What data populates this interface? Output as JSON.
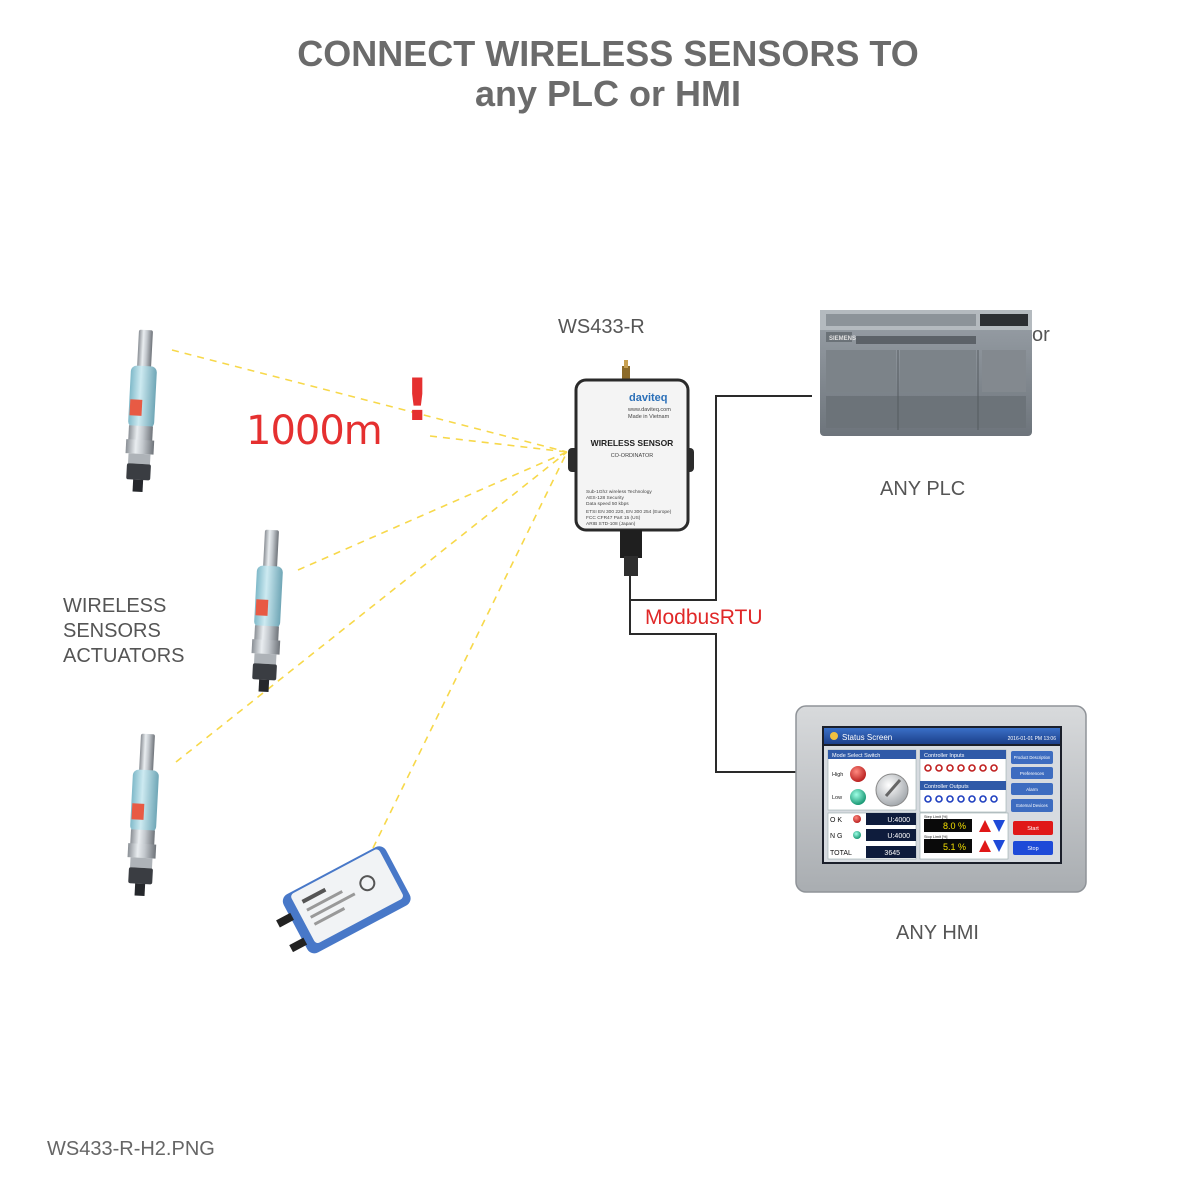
{
  "header": {
    "title_line1": "CONNECT WIRELESS SENSORS TO",
    "title_line2": "any PLC or HMI"
  },
  "coordinator": {
    "model_label": "WS433-R",
    "brand": "daviteq",
    "website": "www.daviteq.com",
    "origin": "Made in Vietnam",
    "product_name": "WIRELESS SENSOR",
    "product_role": "CO-ORDINATOR",
    "spec_line1": "Sub-1Ghz wireless Technology",
    "spec_line2": "AES-128 Security",
    "spec_line3": "Data speed 50 kbps",
    "cert_line1": "ETSI EN 300 220, EN 300 254 (Europe)",
    "cert_line2": "FCC CFR47 Part 15 (US)",
    "cert_line3": "ARIB STD-108 (Japan)"
  },
  "sensors": {
    "caption_line1": "WIRELESS",
    "caption_line2": "SENSORS",
    "caption_line3": "ACTUATORS",
    "distance": "1000m",
    "exclamation": "!"
  },
  "link": {
    "protocol": "ModbusRTU"
  },
  "plc": {
    "label": "ANY PLC",
    "or_text": "or",
    "brand": "SIEMENS"
  },
  "hmi": {
    "label": "ANY HMI",
    "screen_title": "Status Screen",
    "datetime": "2016-01-01 PM 13:06",
    "mode_panel": "Mode Select Switch",
    "high": "High",
    "low": "Low",
    "inputs_panel": "Controller Inputs",
    "outputs_panel": "Controller Outputs",
    "ok_label": "O K",
    "ng_label": "N G",
    "total_label": "TOTAL",
    "ok_value": "U:4000",
    "ng_value": "U:4000",
    "total_value": "3645",
    "upper_limit_label": "Step Limit [%]",
    "upper_value": "8.0 %",
    "lower_limit_label": "Stop Limit [%]",
    "lower_value": "5.1 %",
    "btn_product": "Product Description",
    "btn_preferences": "Preferences",
    "btn_alarm": "Alarm",
    "btn_external": "External Devices",
    "btn_start": "Start",
    "btn_stop": "Stop"
  },
  "footer": {
    "filename": "WS433-R-H2.PNG"
  }
}
